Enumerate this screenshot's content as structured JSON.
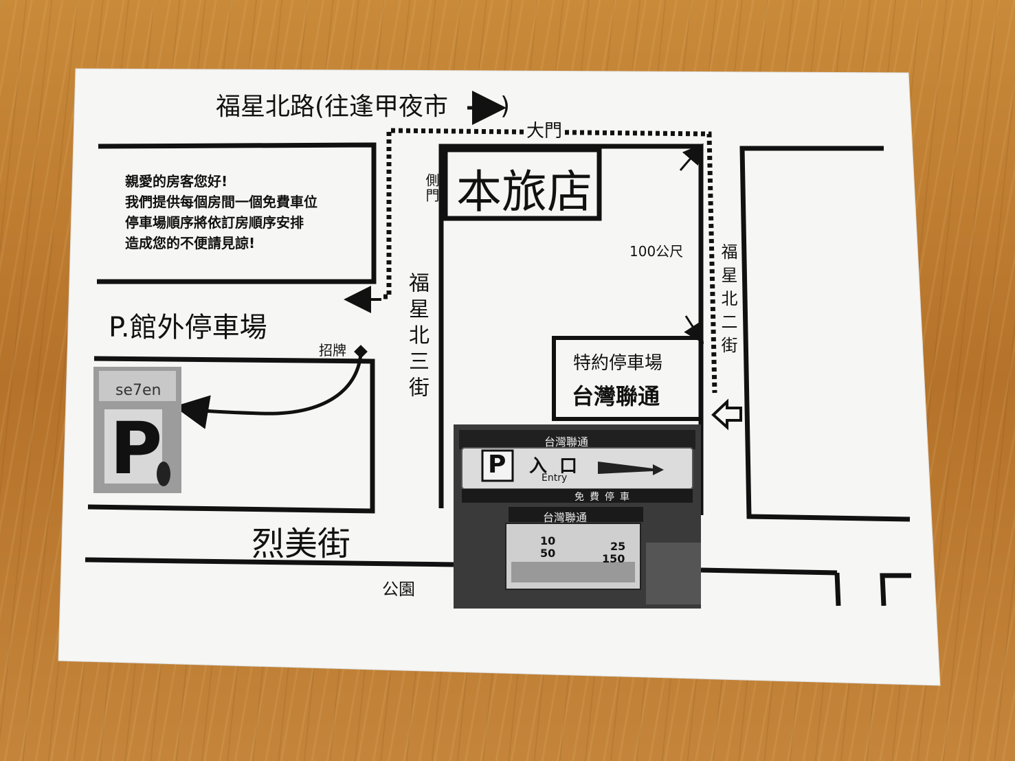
{
  "top_road": "福星北路(往逢甲夜市",
  "top_road_close": ")",
  "main_gate": "大門",
  "side_gate": "側門",
  "hotel": "本旅店",
  "distance": "100公尺",
  "notice": {
    "line1": "親愛的房客您好!",
    "line2": "我們提供每個房間一個免費車位",
    "line3": "停車場順序將依訂房順序安排",
    "line4": "造成您的不便請見諒!"
  },
  "outside_parking": "P.館外停車場",
  "sign": "招牌",
  "street_west": "福星北三街",
  "street_east": "福星北二街",
  "partner_parking": {
    "line1": "特約停車場",
    "line2": "台灣聯通"
  },
  "street_south": "烈美街",
  "park": "公園",
  "seven_logo": {
    "brand": "se7en",
    "letter": "P"
  },
  "photo_sign": {
    "header": "台灣聯通",
    "letter": "P",
    "entrance": "入口",
    "entry_en": "Entry",
    "free_parking": "免費停車",
    "header2": "台灣聯通",
    "price1": "10",
    "price2": "50",
    "price3": "25",
    "price4": "150"
  },
  "colors": {
    "paper": "#f6f6f4",
    "ink": "#111111"
  }
}
